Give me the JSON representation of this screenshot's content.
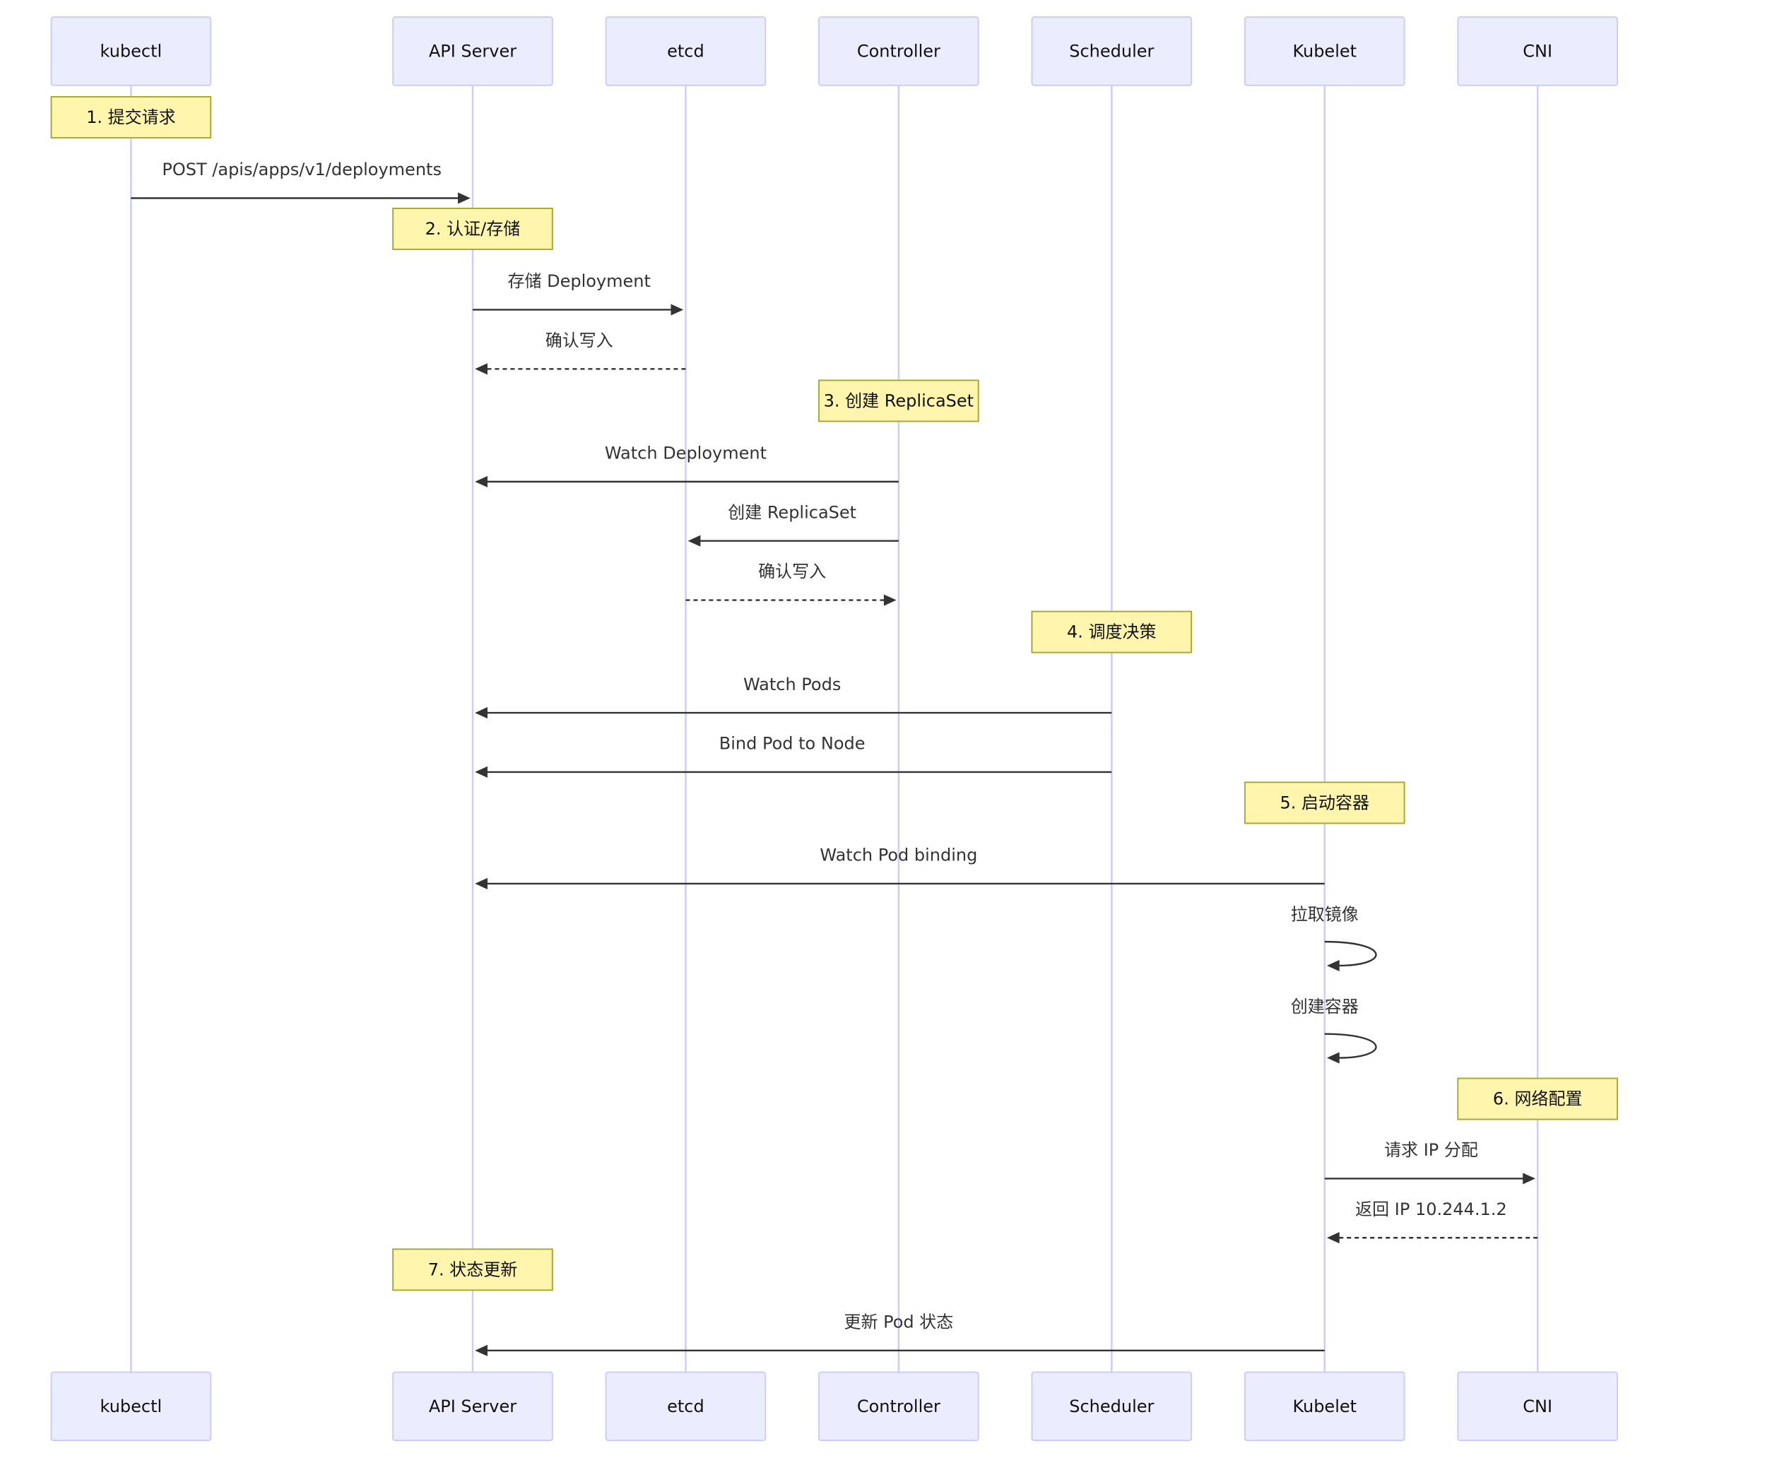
{
  "actors": [
    {
      "id": "kubectl",
      "label": "kubectl"
    },
    {
      "id": "api",
      "label": "API Server"
    },
    {
      "id": "etcd",
      "label": "etcd"
    },
    {
      "id": "controller",
      "label": "Controller"
    },
    {
      "id": "scheduler",
      "label": "Scheduler"
    },
    {
      "id": "kubelet",
      "label": "Kubelet"
    },
    {
      "id": "cni",
      "label": "CNI"
    }
  ],
  "events": [
    {
      "kind": "note",
      "over": "kubectl",
      "text": "1. 提交请求"
    },
    {
      "kind": "msg",
      "from": "kubectl",
      "to": "api",
      "text": "POST /apis/apps/v1/deployments",
      "style": "solid"
    },
    {
      "kind": "note",
      "over": "api",
      "text": "2. 认证/存储"
    },
    {
      "kind": "msg",
      "from": "api",
      "to": "etcd",
      "text": "存储 Deployment",
      "style": "solid"
    },
    {
      "kind": "msg",
      "from": "etcd",
      "to": "api",
      "text": "确认写入",
      "style": "dashed"
    },
    {
      "kind": "note",
      "over": "controller",
      "text": "3. 创建 ReplicaSet"
    },
    {
      "kind": "msg",
      "from": "controller",
      "to": "api",
      "text": "Watch Deployment",
      "style": "solid"
    },
    {
      "kind": "msg",
      "from": "controller",
      "to": "etcd",
      "text": "创建 ReplicaSet",
      "style": "solid"
    },
    {
      "kind": "msg",
      "from": "etcd",
      "to": "controller",
      "text": "确认写入",
      "style": "dashed"
    },
    {
      "kind": "note",
      "over": "scheduler",
      "text": "4. 调度决策"
    },
    {
      "kind": "msg",
      "from": "scheduler",
      "to": "api",
      "text": "Watch Pods",
      "style": "solid"
    },
    {
      "kind": "msg",
      "from": "scheduler",
      "to": "api",
      "text": "Bind Pod to Node",
      "style": "solid"
    },
    {
      "kind": "note",
      "over": "kubelet",
      "text": "5. 启动容器"
    },
    {
      "kind": "msg",
      "from": "kubelet",
      "to": "api",
      "text": "Watch Pod binding",
      "style": "solid"
    },
    {
      "kind": "self",
      "on": "kubelet",
      "text": "拉取镜像"
    },
    {
      "kind": "self",
      "on": "kubelet",
      "text": "创建容器"
    },
    {
      "kind": "note",
      "over": "cni",
      "text": "6. 网络配置"
    },
    {
      "kind": "msg",
      "from": "kubelet",
      "to": "cni",
      "text": "请求 IP 分配",
      "style": "solid"
    },
    {
      "kind": "msg",
      "from": "cni",
      "to": "kubelet",
      "text": "返回 IP 10.244.1.2",
      "style": "dashed"
    },
    {
      "kind": "note",
      "over": "api",
      "text": "7. 状态更新"
    },
    {
      "kind": "msg",
      "from": "kubelet",
      "to": "api",
      "text": "更新 Pod 状态",
      "style": "solid"
    }
  ]
}
